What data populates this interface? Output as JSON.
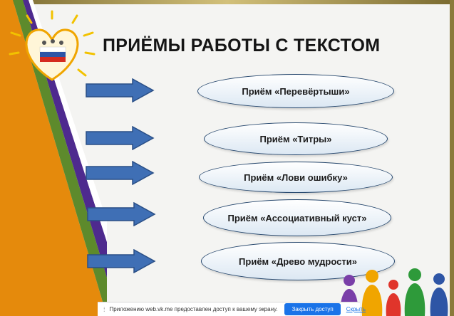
{
  "slide": {
    "title": "ПРИЁМЫ РАБОТЫ С ТЕКСТОМ",
    "items": [
      {
        "label": "Приём «Перевёртыши»"
      },
      {
        "label": "Приём «Титры»"
      },
      {
        "label": "Приём «Лови ошибку»"
      },
      {
        "label": "Приём «Ассоциативный куст»"
      },
      {
        "label": "Приём «Древо мудрости»"
      }
    ]
  },
  "notice": {
    "message": "Приложению web.vk.me предоставлен доступ к вашему экрану.",
    "allow_label": "Закрыть доступ",
    "hide_label": "Скрыть"
  },
  "colors": {
    "arrow_fill": "#3f6fb5",
    "pill_border": "#27486e",
    "stripe_orange": "#e58a0c",
    "stripe_green": "#5d8a2c",
    "stripe_purple": "#4e2a8e"
  },
  "icons": [
    "heart-logo-icon",
    "arrow-right-icon",
    "family-people-icon"
  ]
}
